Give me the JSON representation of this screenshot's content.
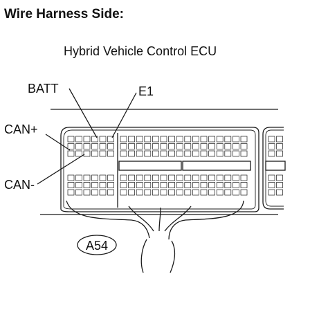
{
  "title": "Wire Harness Side:",
  "subtitle": "Hybrid Vehicle Control ECU",
  "labels": {
    "batt": "BATT",
    "e1": "E1",
    "can_plus": "CAN+",
    "can_minus": "CAN-"
  },
  "connector_id": "A54"
}
